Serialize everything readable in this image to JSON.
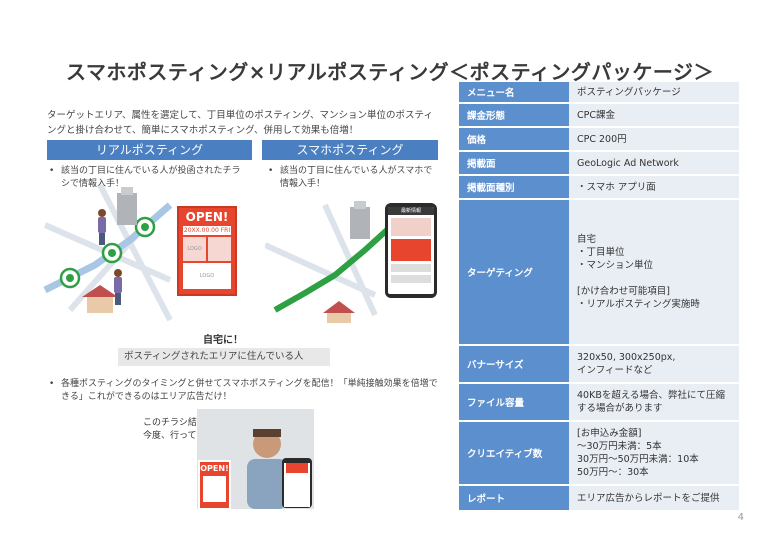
{
  "title": "スマホポスティング×リアルポスティング＜ポスティングパッケージ＞",
  "intro": "ターゲットエリア、属性を選定して、丁目単位のポスティング、マンション単位のポスティングと掛け合わせて、簡単にスマホポスティング、併用して効果も倍増！",
  "left_header": "リアルポスティング",
  "right_header": "スマホポスティング",
  "bullet_marker": "•",
  "left_bullet": "該当の丁目に住んでいる人が投函されたチラシで情報入手！",
  "right_bullet": "該当の丁目に住んでいる人がスマホで情報入手！",
  "flyer": {
    "open": "OPEN!",
    "date": "20XX.00.00 FRI",
    "logo": "LOGO"
  },
  "phone": {
    "header": "最新情報"
  },
  "home_label": "自宅に！",
  "home_desc": "ポスティングされたエリアに住んでいる人",
  "lower_bullet": "各種ポスティングのタイミングと併せてスマホポスティングを配信！「単純接触効果を倍増できる」これができるのはエリア広告だけ！",
  "speech": [
    "このチラシ結構みるな〜",
    "今度、行ってみようかな"
  ],
  "table": [
    {
      "key": "メニュー名",
      "value": [
        "ポスティングパッケージ"
      ]
    },
    {
      "key": "課金形態",
      "value": [
        "CPC課金"
      ]
    },
    {
      "key": "価格",
      "value": [
        "CPC 200円"
      ]
    },
    {
      "key": "掲載面",
      "value": [
        "GeoLogic Ad Network"
      ]
    },
    {
      "key": "掲載面種別",
      "value": [
        "・スマホ アプリ面"
      ]
    },
    {
      "key": "ターゲティング",
      "value": [
        "自宅",
        "・丁目単位",
        "・マンション単位",
        "",
        "[かけ合わせ可能項目]",
        "・リアルポスティング実施時"
      ]
    },
    {
      "key": "バナーサイズ",
      "value": [
        "320x50, 300x250px,",
        "インフィードなど"
      ]
    },
    {
      "key": "ファイル容量",
      "value": [
        "40KBを超える場合、弊社にて圧縮",
        "する場合があります"
      ]
    },
    {
      "key": "クリエイティブ数",
      "value": [
        "[お申込み金額]",
        "〜30万円未満：5本",
        "30万円〜50万円未満：10本",
        "50万円〜：30本"
      ]
    },
    {
      "key": "レポート",
      "value": [
        "エリア広告からレポートをご提供"
      ]
    }
  ],
  "page_number": "4"
}
